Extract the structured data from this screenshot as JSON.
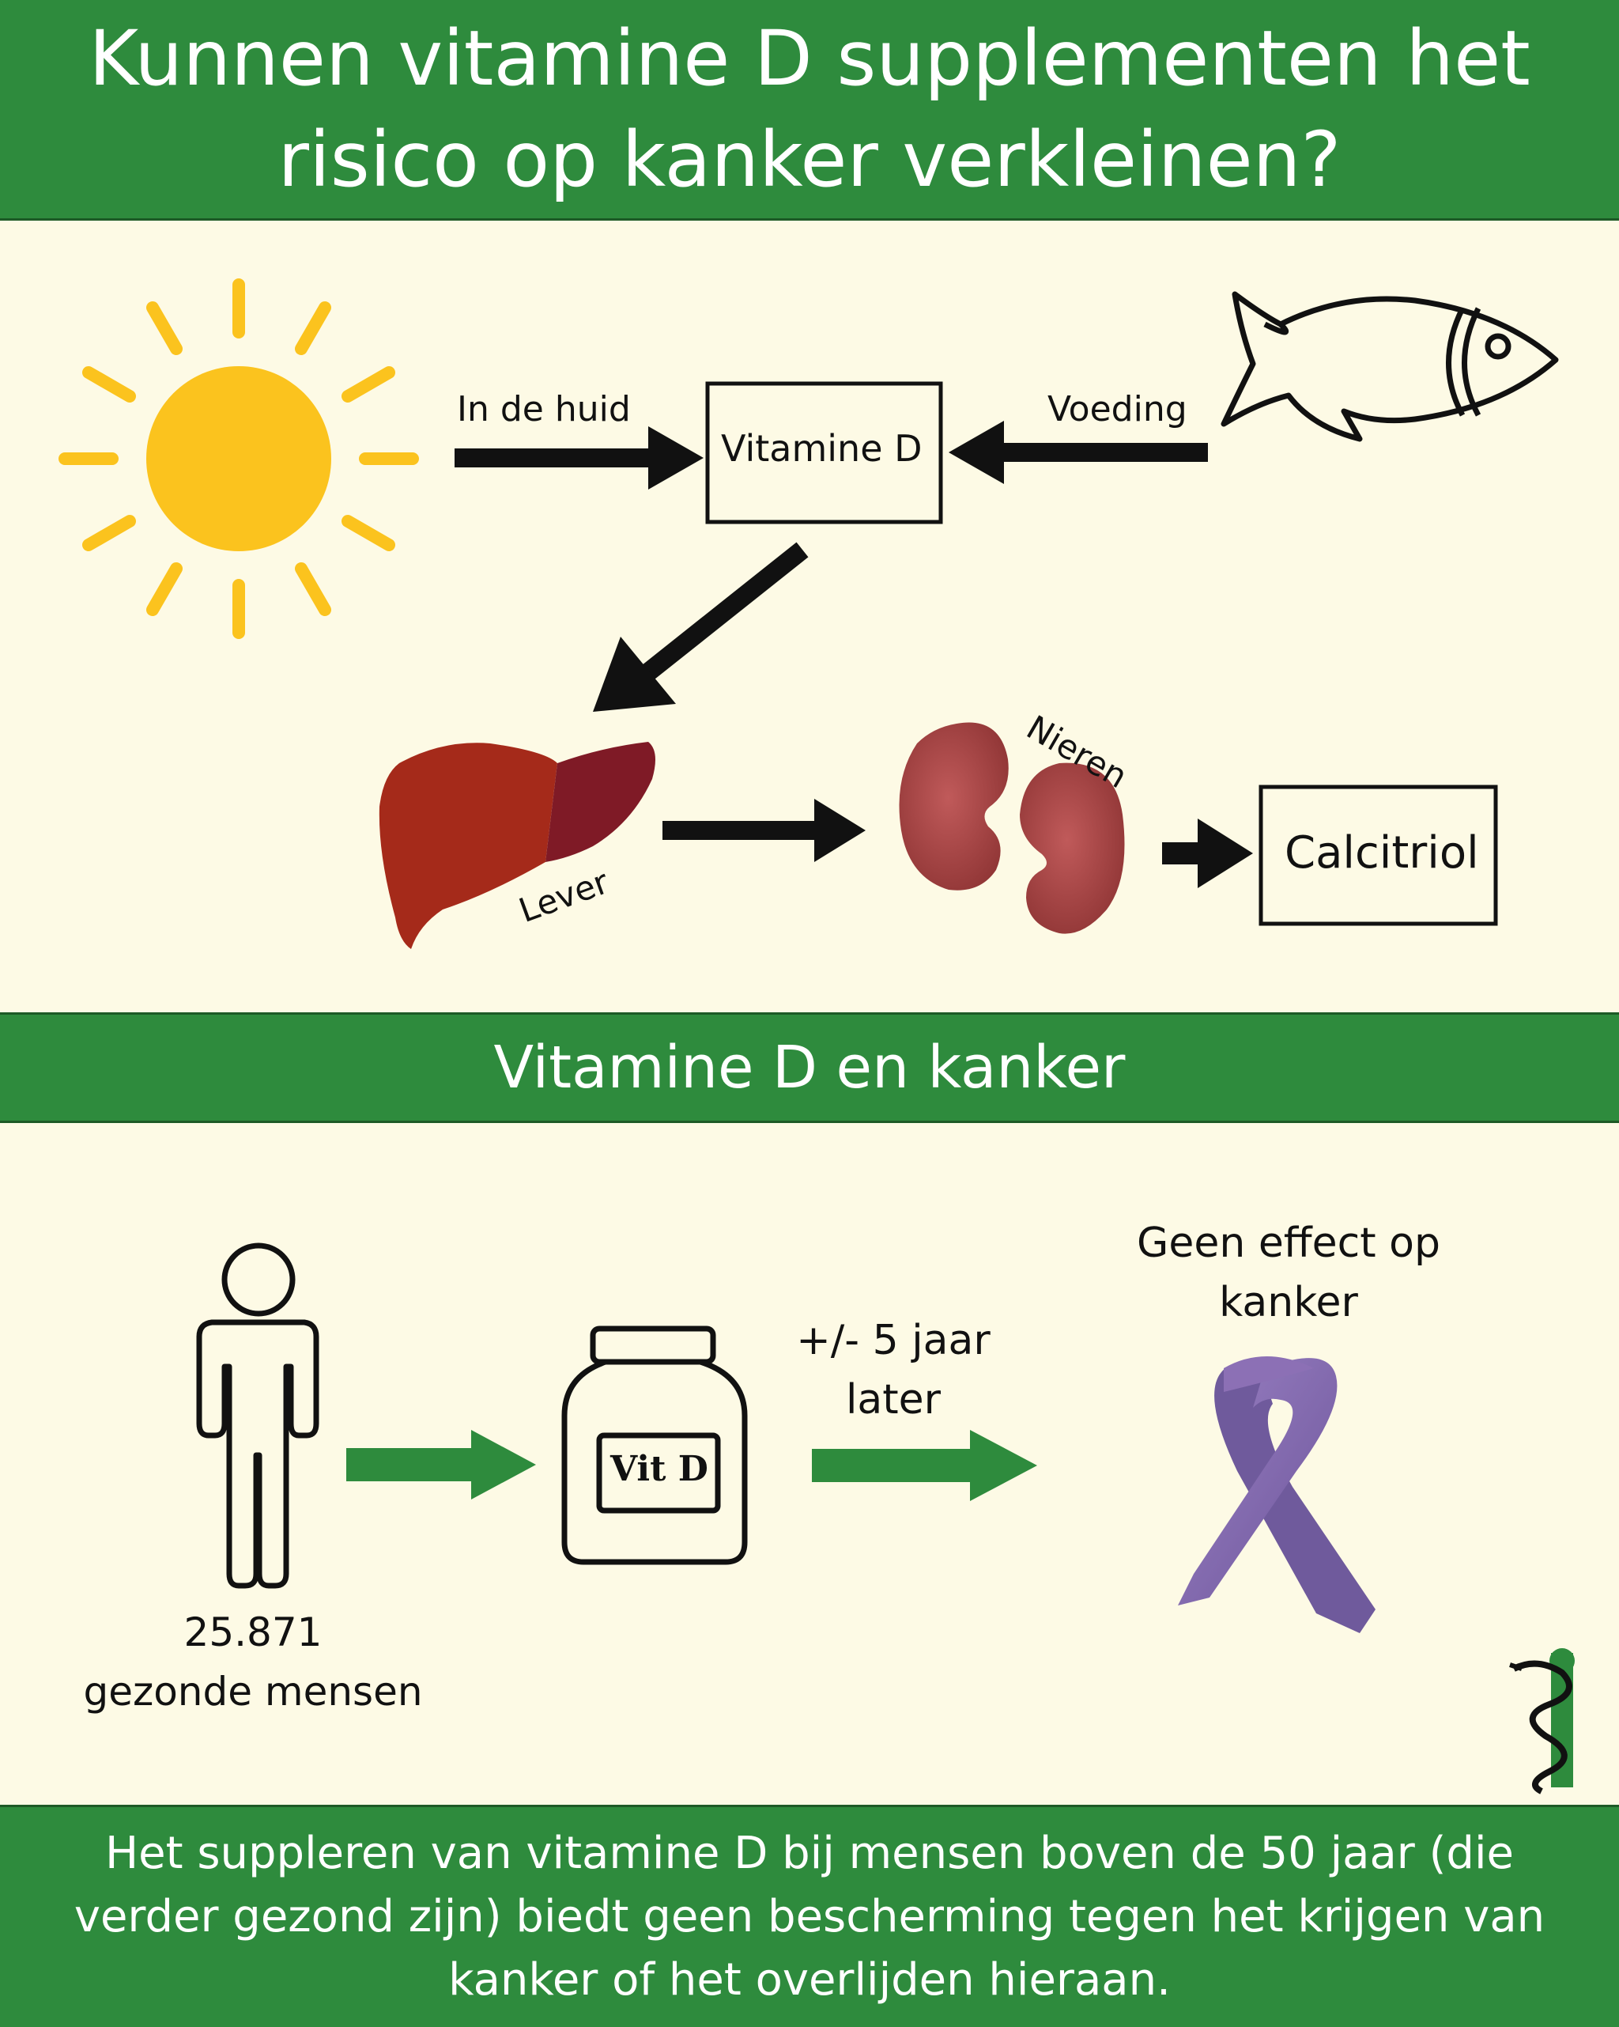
{
  "header": {
    "title": "Kunnen vitamine D supplementen het risico op kanker verkleinen?"
  },
  "pathway": {
    "skin_label": "In de huid",
    "food_label": "Voeding",
    "vitamin_box": "Vitamine D",
    "liver_label": "Lever",
    "kidney_label": "Nieren",
    "result_box": "Calcitriol",
    "icons": [
      "sun-icon",
      "fish-icon",
      "liver-icon",
      "kidneys-icon"
    ]
  },
  "section2": {
    "title": "Vitamine D en kanker"
  },
  "study": {
    "count": "25.871",
    "population": "gezonde mensen",
    "bottle_label": "Vit D",
    "duration_line1": "+/- 5 jaar",
    "duration_line2": "later",
    "effect_line1": "Geen effect op",
    "effect_line2": "kanker",
    "icons": [
      "person-icon",
      "pill-bottle-icon",
      "cancer-ribbon-icon",
      "logo-icon"
    ]
  },
  "footer": {
    "text": "Het suppleren van vitamine D bij mensen boven de 50 jaar (die verder gezond zijn) biedt geen bescherming tegen het krijgen van kanker of het overlijden hieraan."
  },
  "colors": {
    "brand_green": "#2e8b3d",
    "background": "#fdfae5",
    "sun": "#fbc31e",
    "liver": "#a52a1a",
    "kidney": "#a84444",
    "ribbon": "#8c70b5"
  }
}
